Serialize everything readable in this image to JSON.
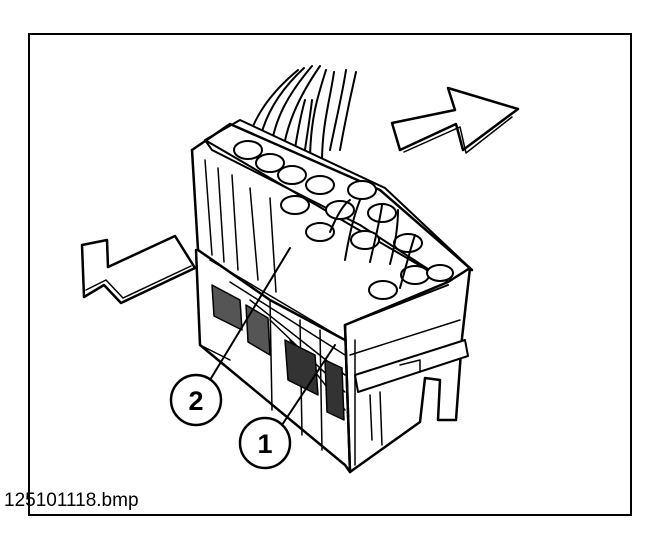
{
  "figure": {
    "filename": "125101118.bmp",
    "callouts": [
      {
        "label": "1",
        "target": "connector-housing"
      },
      {
        "label": "2",
        "target": "terminal-lock"
      }
    ],
    "arrows": [
      "push-apart-left-arrow",
      "push-apart-right-arrow"
    ]
  }
}
